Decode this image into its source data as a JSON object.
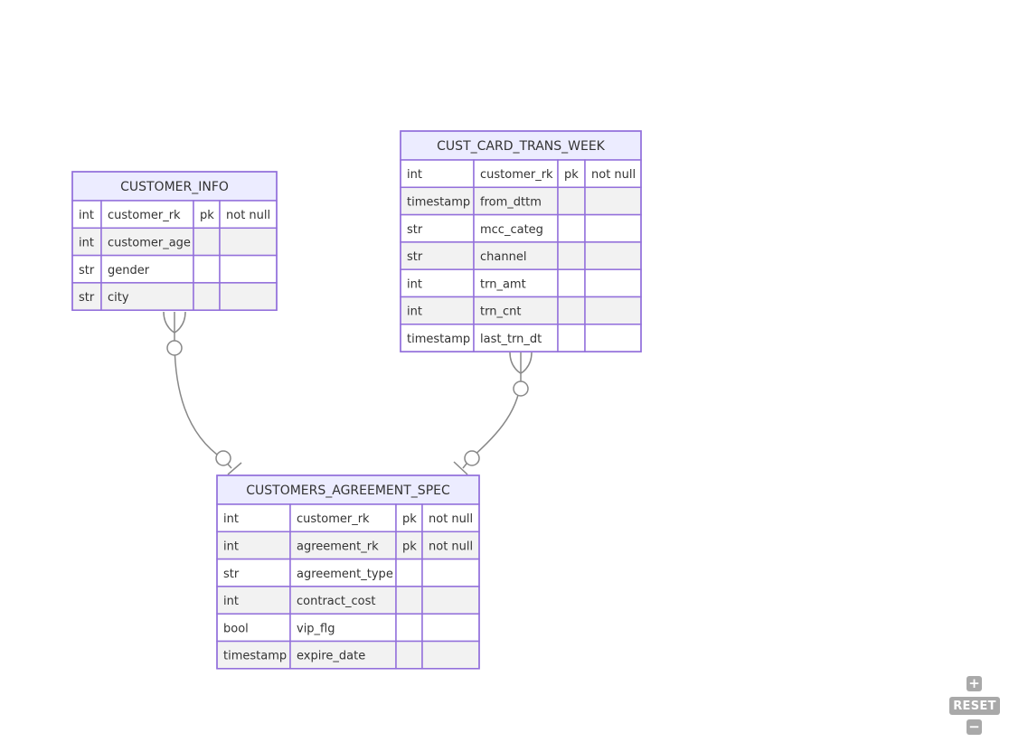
{
  "entities": [
    {
      "id": "customer_info",
      "title": "CUSTOMER_INFO",
      "rows": [
        [
          "int",
          "customer_rk",
          "pk",
          "not null"
        ],
        [
          "int",
          "customer_age",
          "",
          ""
        ],
        [
          "str",
          "gender",
          "",
          ""
        ],
        [
          "str",
          "city",
          "",
          ""
        ]
      ]
    },
    {
      "id": "cust_card_trans_week",
      "title": "CUST_CARD_TRANS_WEEK",
      "rows": [
        [
          "int",
          "customer_rk",
          "pk",
          "not null"
        ],
        [
          "timestamp",
          "from_dttm",
          "",
          ""
        ],
        [
          "str",
          "mcc_categ",
          "",
          ""
        ],
        [
          "str",
          "channel",
          "",
          ""
        ],
        [
          "int",
          "trn_amt",
          "",
          ""
        ],
        [
          "int",
          "trn_cnt",
          "",
          ""
        ],
        [
          "timestamp",
          "last_trn_dt",
          "",
          ""
        ]
      ]
    },
    {
      "id": "customers_agreement_spec",
      "title": "CUSTOMERS_AGREEMENT_SPEC",
      "rows": [
        [
          "int",
          "customer_rk",
          "pk",
          "not null"
        ],
        [
          "int",
          "agreement_rk",
          "pk",
          "not null"
        ],
        [
          "str",
          "agreement_type",
          "",
          ""
        ],
        [
          "int",
          "contract_cost",
          "",
          ""
        ],
        [
          "bool",
          "vip_flg",
          "",
          ""
        ],
        [
          "timestamp",
          "expire_date",
          "",
          ""
        ]
      ]
    }
  ],
  "relationships": [
    {
      "from": "customer_info",
      "to": "customers_agreement_spec",
      "from_cardinality": "zero-or-many",
      "to_cardinality": "zero-or-one"
    },
    {
      "from": "cust_card_trans_week",
      "to": "customers_agreement_spec",
      "from_cardinality": "zero-or-many",
      "to_cardinality": "zero-or-one"
    }
  ],
  "zoom_controls": {
    "zoom_in": "+",
    "reset": "RESET",
    "zoom_out": "−"
  },
  "colors": {
    "entity_border": "#9370DB",
    "header_fill": "#ECECFF",
    "row_odd": "#ffffff",
    "row_even": "#f2f2f2",
    "line": "#888888",
    "control": "#a9a9a9"
  }
}
